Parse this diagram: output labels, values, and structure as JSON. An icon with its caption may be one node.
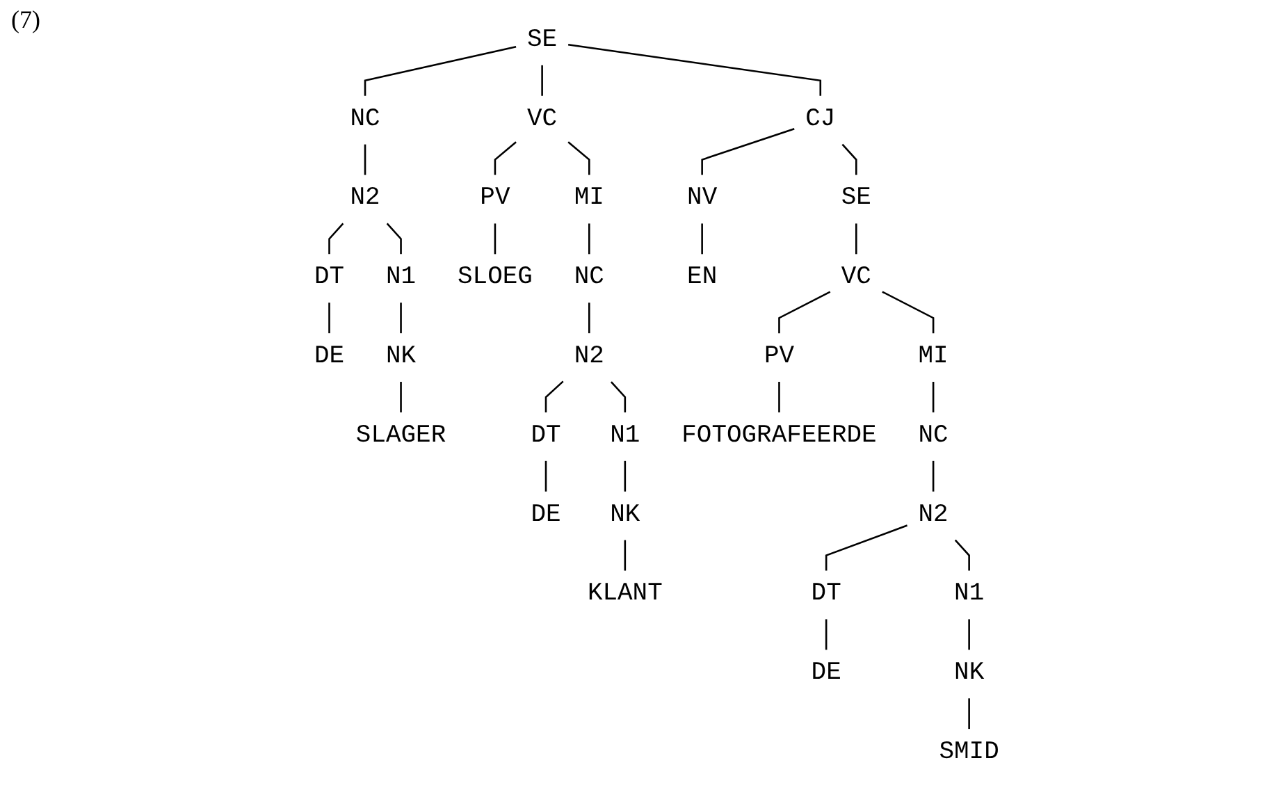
{
  "diagram": {
    "nodes": [
      {
        "text": [
          "SE"
        ]
      },
      {
        "text": [
          "NC"
        ]
      },
      {
        "text": [
          "N2"
        ]
      },
      {
        "text": [
          "DT"
        ]
      },
      {
        "text": [
          "N1"
        ]
      },
      {
        "text": [
          "NK"
        ]
      },
      {
        "text": [
          "VC"
        ]
      },
      {
        "text": [
          "PV"
        ]
      },
      {
        "text": [
          "MI"
        ]
      },
      {
        "text": [
          "NC"
        ]
      },
      {
        "text": [
          "N2"
        ]
      },
      {
        "text": [
          "DT"
        ]
      },
      {
        "text": [
          "N1"
        ]
      },
      {
        "text": [
          "NK"
        ]
      },
      {
        "text": [
          "CJ"
        ]
      },
      {
        "text": [
          "NV"
        ]
      },
      {
        "text": [
          "SE"
        ]
      },
      {
        "text": [
          "VC"
        ]
      },
      {
        "text": [
          "PV"
        ]
      },
      {
        "text": [
          "MI"
        ]
      },
      {
        "text": [
          "NC"
        ]
      },
      {
        "text": [
          "N2"
        ]
      },
      {
        "text": [
          "DT"
        ]
      },
      {
        "text": [
          "N1"
        ]
      },
      {
        "text": [
          "NK"
        ]
      },
      {
        "text": [
          "DE"
        ]
      },
      {
        "text": [
          "SLAGER"
        ]
      },
      {
        "text": [
          "SLOEG"
        ]
      },
      {
        "text": [
          "DE"
        ]
      },
      {
        "text": [
          "KLANT"
        ]
      },
      {
        "text": [
          "EN"
        ]
      },
      {
        "text": [
          "FOTOGRAFEERDE"
        ]
      },
      {
        "text": [
          "DE"
        ]
      },
      {
        "text": [
          "SMID"
        ]
      }
    ],
    "edges": [
      {
        "from": 0,
        "to": 1,
        "arrow": "none"
      },
      {
        "from": 0,
        "to": 6,
        "arrow": "none"
      },
      {
        "from": 0,
        "to": 14,
        "arrow": "none"
      },
      {
        "from": 1,
        "to": 2,
        "arrow": "none"
      },
      {
        "from": 2,
        "to": 3,
        "arrow": "none"
      },
      {
        "from": 2,
        "to": 4,
        "arrow": "none"
      },
      {
        "from": 4,
        "to": 5,
        "arrow": "none"
      },
      {
        "from": 3,
        "to": 25,
        "arrow": "none"
      },
      {
        "from": 5,
        "to": 26,
        "arrow": "none"
      },
      {
        "from": 6,
        "to": 7,
        "arrow": "none"
      },
      {
        "from": 6,
        "to": 8,
        "arrow": "none"
      },
      {
        "from": 7,
        "to": 27,
        "arrow": "none"
      },
      {
        "from": 8,
        "to": 9,
        "arrow": "none"
      },
      {
        "from": 9,
        "to": 10,
        "arrow": "none"
      },
      {
        "from": 10,
        "to": 11,
        "arrow": "none"
      },
      {
        "from": 10,
        "to": 12,
        "arrow": "none"
      },
      {
        "from": 12,
        "to": 13,
        "arrow": "none"
      },
      {
        "from": 11,
        "to": 28,
        "arrow": "none"
      },
      {
        "from": 13,
        "to": 29,
        "arrow": "none"
      },
      {
        "from": 14,
        "to": 15,
        "arrow": "none"
      },
      {
        "from": 14,
        "to": 16,
        "arrow": "none"
      },
      {
        "from": 15,
        "to": 30,
        "arrow": "none"
      },
      {
        "from": 16,
        "to": 17,
        "arrow": "none"
      },
      {
        "from": 17,
        "to": 18,
        "arrow": "none"
      },
      {
        "from": 17,
        "to": 19,
        "arrow": "none"
      },
      {
        "from": 18,
        "to": 31,
        "arrow": "none"
      },
      {
        "from": 19,
        "to": 20,
        "arrow": "none"
      },
      {
        "from": 20,
        "to": 21,
        "arrow": "none"
      },
      {
        "from": 21,
        "to": 22,
        "arrow": "none"
      },
      {
        "from": 21,
        "to": 23,
        "arrow": "none"
      },
      {
        "from": 23,
        "to": 24,
        "arrow": "none"
      },
      {
        "from": 22,
        "to": 32,
        "arrow": "none"
      },
      {
        "from": 24,
        "to": 33,
        "arrow": "none"
      }
    ],
    "labels": [
      "(7)"
    ]
  }
}
